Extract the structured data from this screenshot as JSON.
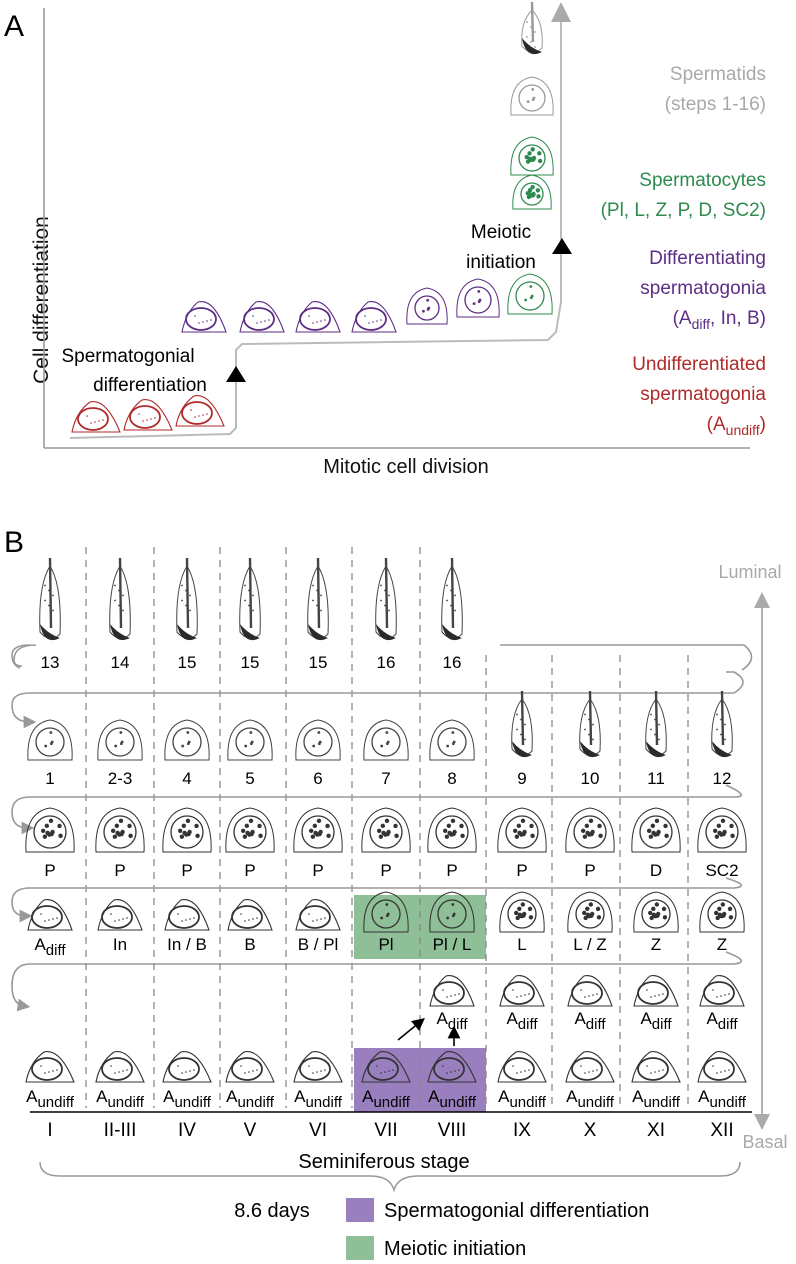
{
  "panelA": {
    "label": "A",
    "y_axis": "Cell differentiation",
    "x_axis": "Mitotic cell division",
    "annot_spg_diff": [
      "Spermatogonial",
      "differentiation"
    ],
    "annot_meiotic": [
      "Meiotic",
      "initiation"
    ],
    "legend": [
      {
        "lines": [
          "Spermatids",
          "(steps 1-16)"
        ],
        "color": "#a9a9a9"
      },
      {
        "lines": [
          "Spermatocytes",
          "(Pl, L, Z, P, D, SC2)"
        ],
        "color": "#2e8b4e"
      },
      {
        "lines": [
          "Differentiating",
          "spermatogonia"
        ],
        "sub": {
          "pre": "(A",
          "sub": "diff",
          "post": ", In, B)"
        },
        "color": "#5e2d86"
      },
      {
        "lines": [
          "Undifferentiated",
          "spermatogonia"
        ],
        "sub": {
          "pre": "(A",
          "sub": "undiff",
          "post": ")"
        },
        "color": "#b02a2a"
      }
    ]
  },
  "panelB": {
    "label": "B",
    "luminal": "Luminal",
    "basal": "Basal",
    "stages": [
      "I",
      "II-III",
      "IV",
      "V",
      "VI",
      "VII",
      "VIII",
      "IX",
      "X",
      "XI",
      "XII"
    ],
    "row1": [
      "13",
      "14",
      "15",
      "15",
      "15",
      "16",
      "16"
    ],
    "row2": [
      "1",
      "2-3",
      "4",
      "5",
      "6",
      "7",
      "8",
      "9",
      "10",
      "11",
      "12"
    ],
    "row3": [
      "P",
      "P",
      "P",
      "P",
      "P",
      "P",
      "P",
      "P",
      "P",
      "D",
      "SC2"
    ],
    "row4": [
      "A_diff",
      "In",
      "In / B",
      "B",
      "B / Pl",
      "Pl",
      "Pl / L",
      "L",
      "L / Z",
      "Z",
      "Z"
    ],
    "row5": [
      "A_diff",
      "A_diff",
      "A_diff",
      "A_diff",
      "A_diff"
    ],
    "row6": [
      "A_undiff",
      "A_undiff",
      "A_undiff",
      "A_undiff",
      "A_undiff",
      "A_undiff",
      "A_undiff",
      "A_undiff",
      "A_undiff",
      "A_undiff",
      "A_undiff"
    ],
    "xlabel": "Seminiferous stage",
    "duration": "8.6 days",
    "legend": [
      {
        "label": "Spermatogonial differentiation",
        "color": "#9a7fbf"
      },
      {
        "label": "Meiotic initiation",
        "color": "#8fbf97"
      }
    ]
  }
}
